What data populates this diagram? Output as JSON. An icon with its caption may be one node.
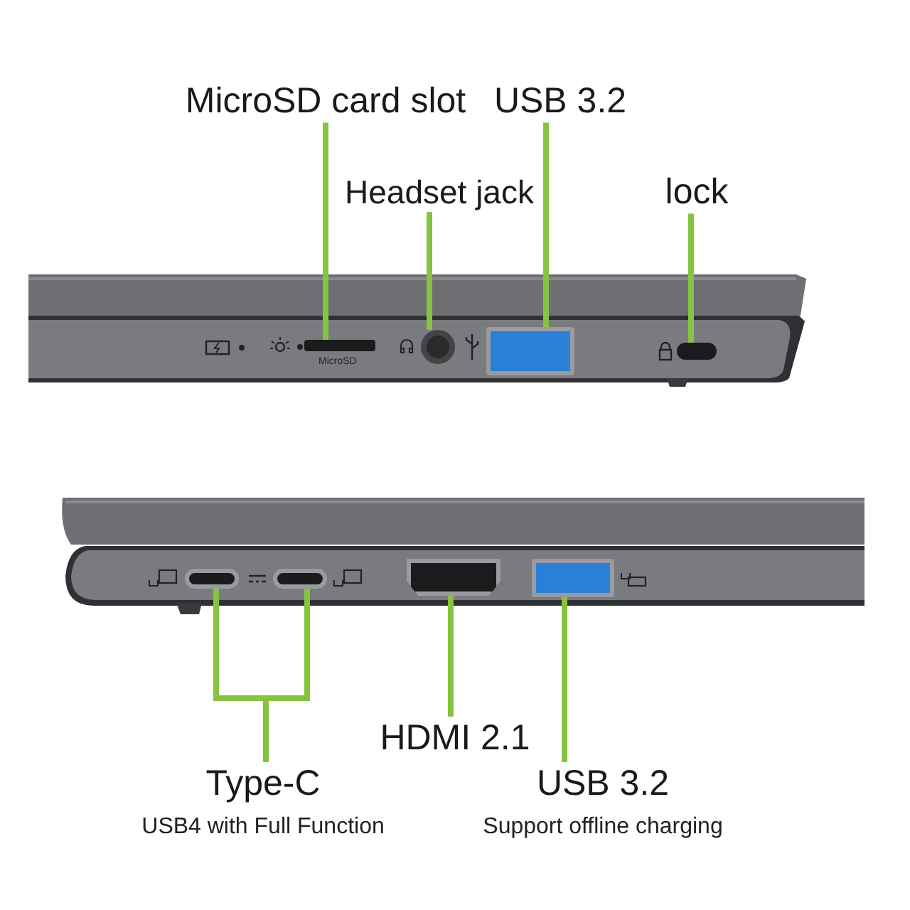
{
  "diagram": {
    "nodes": [
      {
        "text": [
          "MicroSD card slot"
        ]
      },
      {
        "text": [
          "USB 3.2"
        ]
      },
      {
        "text": [
          "Headset jack"
        ]
      },
      {
        "text": [
          "lock"
        ]
      },
      {
        "text": [],
        "shape": "box",
        "beside": [
          "MicroSD"
        ]
      },
      {
        "text": [],
        "shape": "circle"
      },
      {
        "text": [],
        "shape": "box"
      },
      {
        "text": [],
        "shape": "box"
      },
      {
        "text": [],
        "shape": "box"
      },
      {
        "text": [],
        "shape": "box"
      },
      {
        "text": [],
        "shape": "box"
      },
      {
        "text": [],
        "shape": "box"
      },
      {
        "text": [
          "HDMI 2.1"
        ]
      },
      {
        "text": [
          "Type-C",
          "USB4 with Full Function"
        ]
      },
      {
        "text": [
          "USB 3.2",
          "Support offline charging"
        ]
      }
    ],
    "edges": [
      {
        "from": 0,
        "to": 4,
        "arrow": "none"
      },
      {
        "from": 1,
        "to": 6,
        "arrow": "none"
      },
      {
        "from": 2,
        "to": 5,
        "arrow": "none"
      },
      {
        "from": 3,
        "to": 7,
        "arrow": "none"
      },
      {
        "from": 13,
        "to": 8,
        "arrow": "none"
      },
      {
        "from": 13,
        "to": 9,
        "arrow": "none"
      },
      {
        "from": 12,
        "to": 10,
        "arrow": "none"
      },
      {
        "from": 14,
        "to": 11,
        "arrow": "none"
      }
    ]
  }
}
